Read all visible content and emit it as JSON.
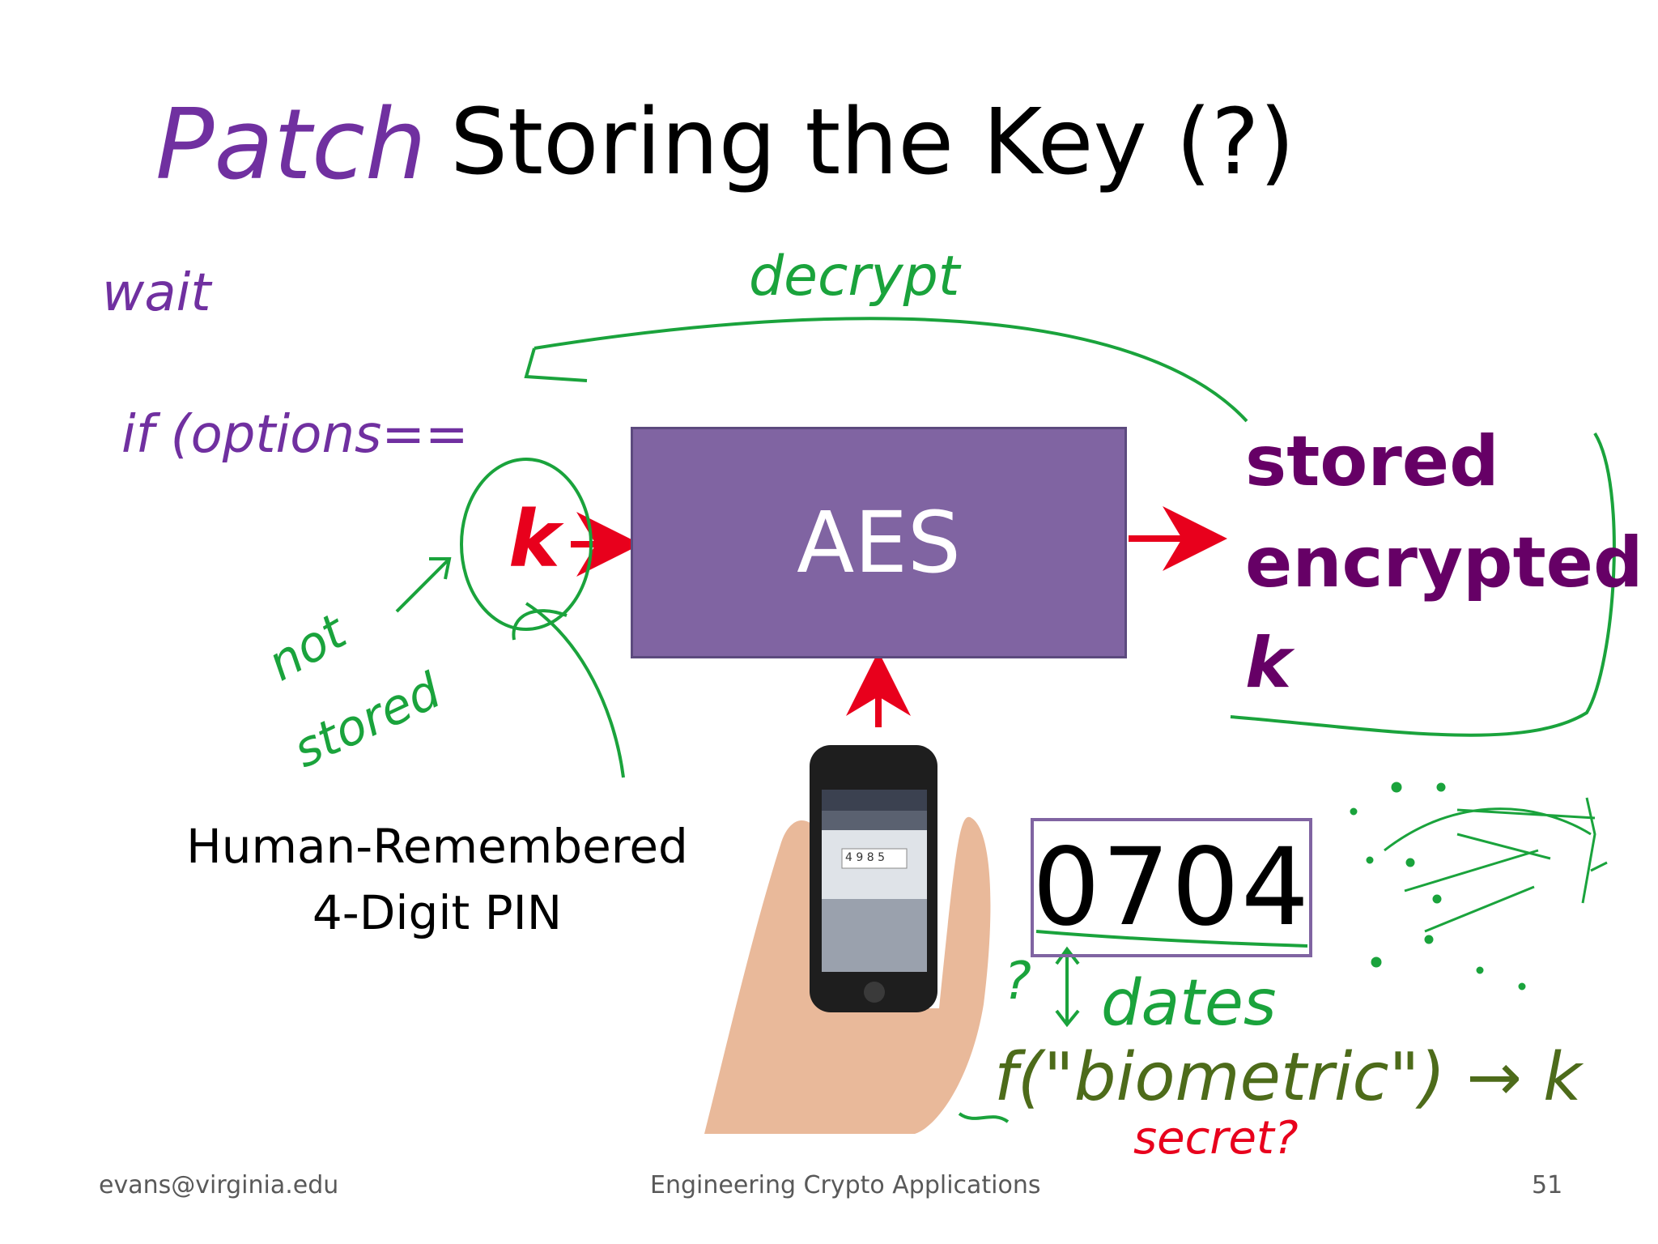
{
  "slide": {
    "title": "Storing the Key (?)",
    "k_label": "k",
    "aes_label": "AES",
    "output_lines": [
      "stored",
      "encrypted",
      "k"
    ],
    "pin_caption": [
      "Human-Remembered",
      "4-Digit PIN"
    ],
    "pin_value": "0704",
    "phone_keypad_digits": "4 9 8 5",
    "footer": {
      "left": "evans@virginia.edu",
      "center": "Engineering Crypto Applications",
      "right": "51"
    }
  },
  "annotations": {
    "patch": "Patch",
    "wait": "wait",
    "if_line": "if (options==",
    "decrypt": "decrypt",
    "not": "not",
    "stored": "stored",
    "question": "?",
    "dates": "dates",
    "biometric": "f(\"biometric\") → k",
    "secret": "secret?"
  },
  "colors": {
    "aes_box": "#8064a2",
    "output_text": "#660066",
    "k_red": "#e8001c",
    "arrow_red": "#e8001c",
    "ink_purple": "#7030a0",
    "ink_green": "#1aa33c",
    "ink_olive": "#4d6b1a"
  }
}
